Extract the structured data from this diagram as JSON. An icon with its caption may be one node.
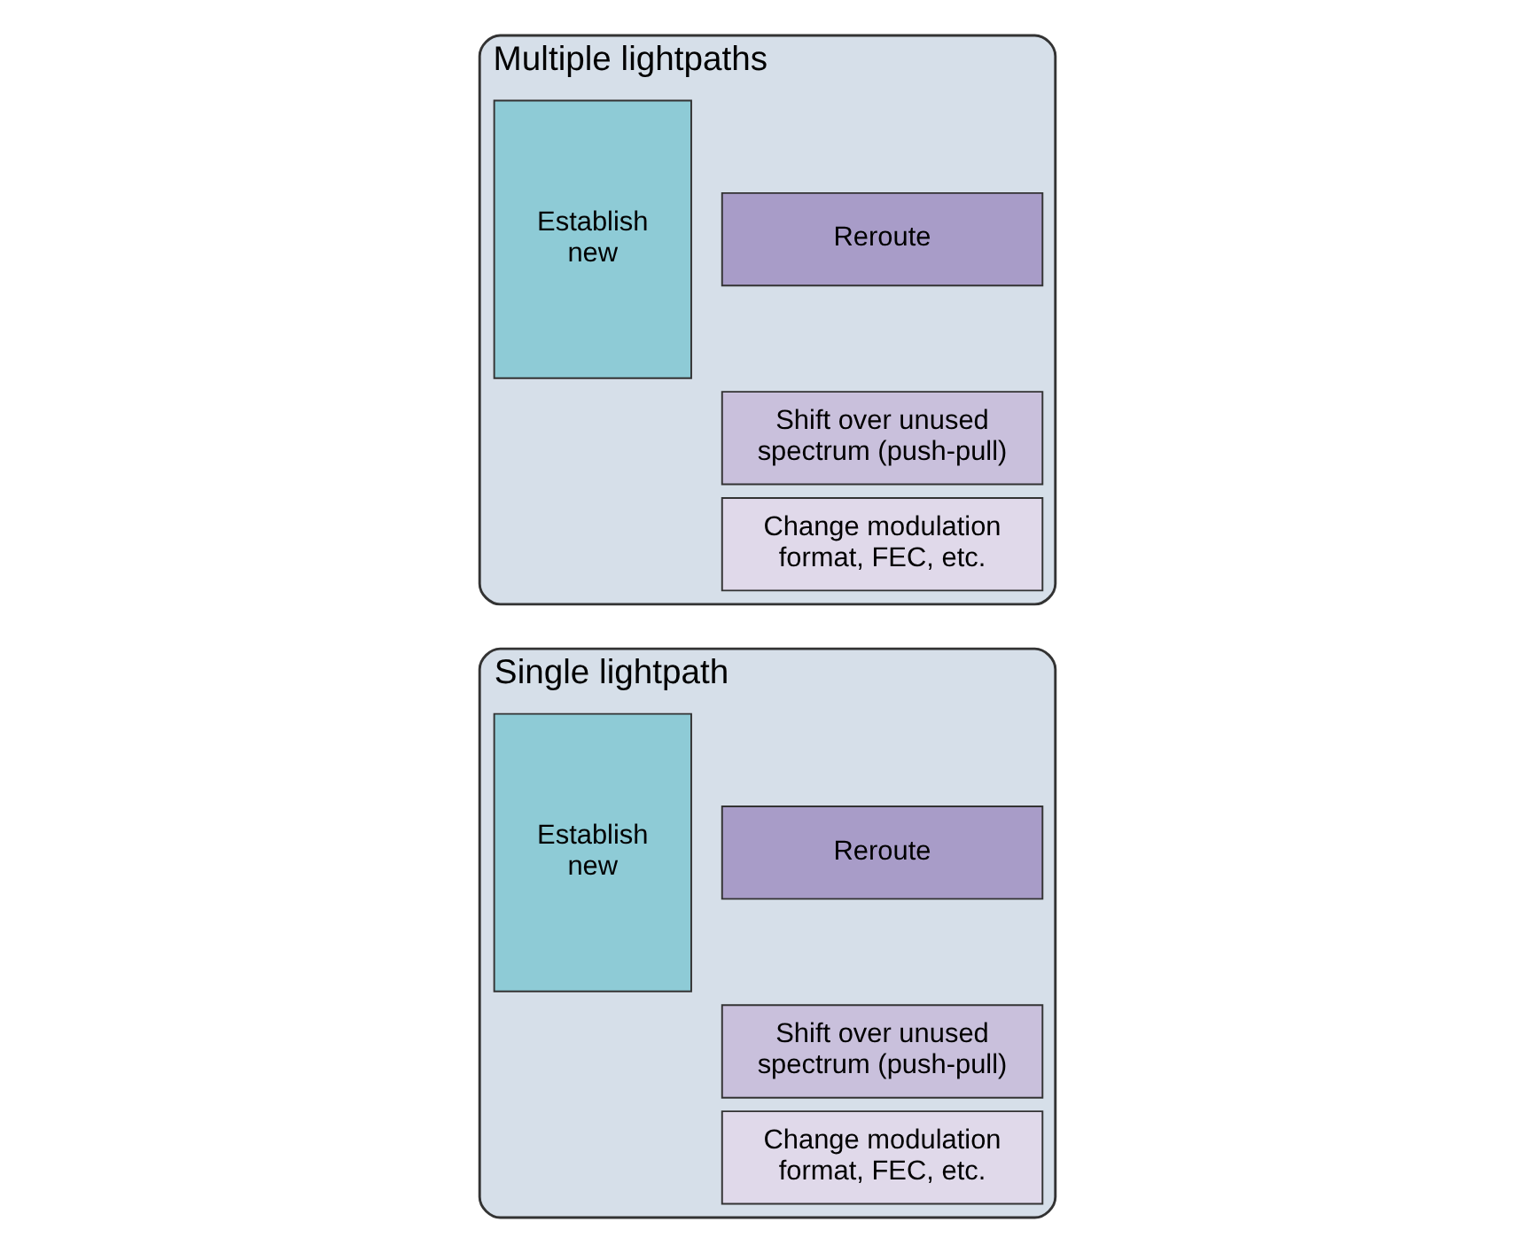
{
  "diagram": {
    "nodes": [
      {
        "text": [
          "Multiple lightpaths"
        ]
      },
      {
        "text": [
          "Reroute"
        ],
        "in": 0
      },
      {
        "text": [
          "Shift over unused spectrum (push-pull)"
        ],
        "in": 0
      },
      {
        "text": [
          "Change modulation format, FEC, etc."
        ],
        "in": 0
      },
      {
        "text": [
          "Establish new"
        ],
        "in": 0
      },
      {
        "text": [
          "Single lightpath"
        ]
      },
      {
        "text": [
          "Reroute"
        ],
        "in": 5
      },
      {
        "text": [
          "Shift over unused spectrum (push-pull)"
        ],
        "in": 5
      },
      {
        "text": [
          "Change modulation format, FEC, etc."
        ],
        "in": 5
      },
      {
        "text": [
          "Establish new"
        ],
        "in": 5
      }
    ],
    "edges": []
  }
}
